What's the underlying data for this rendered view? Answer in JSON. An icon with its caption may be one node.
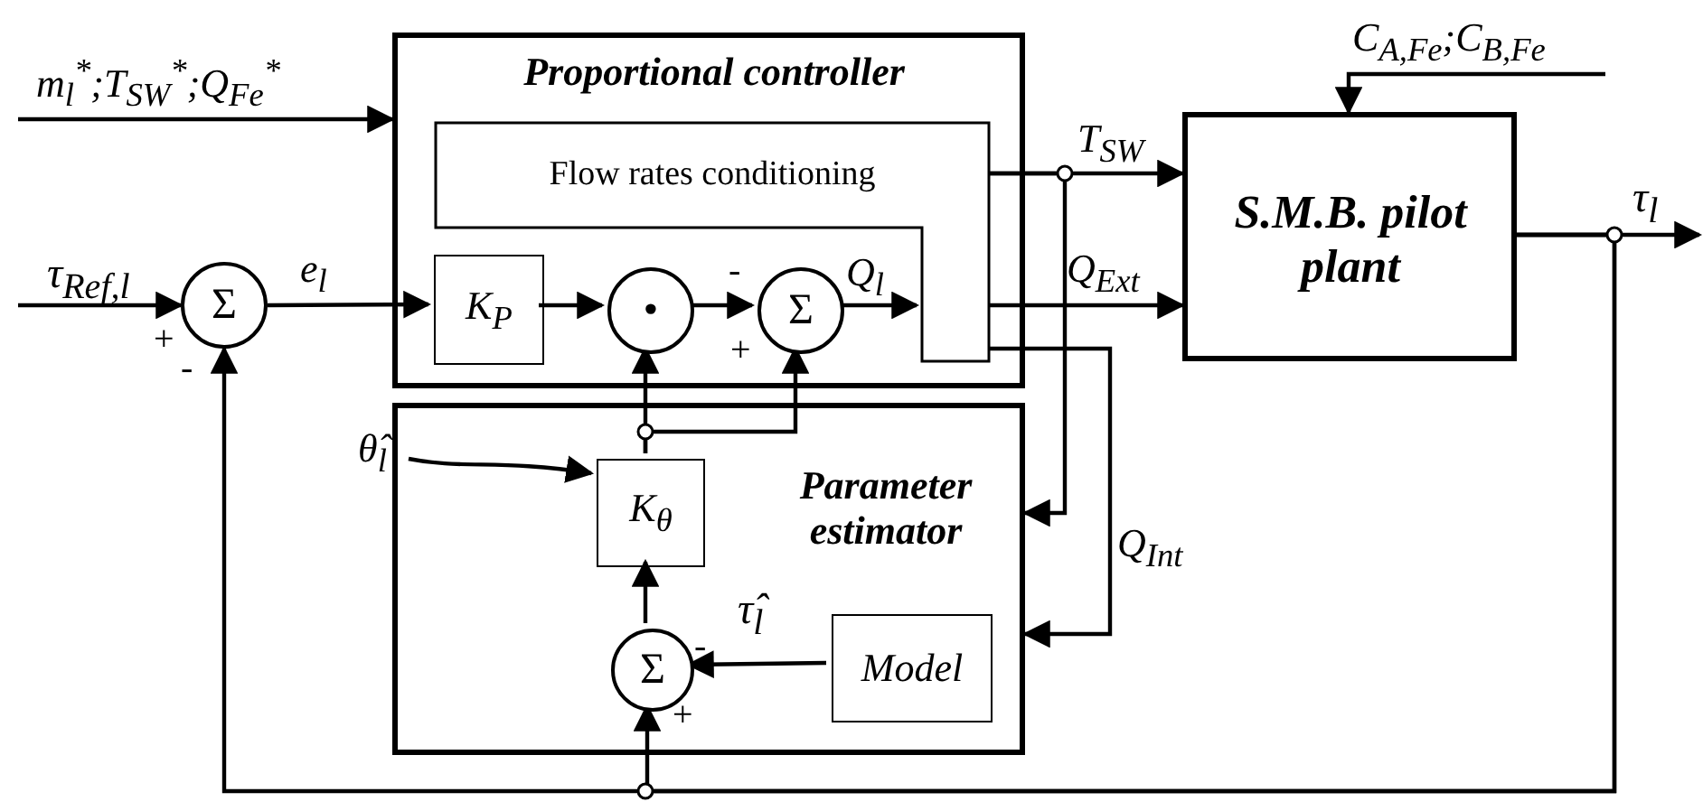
{
  "diagram": {
    "nodes": [
      {
        "text": [
          "Proportional controller"
        ]
      },
      {
        "text": [
          "Flow rates conditioning"
        ],
        "in": 0
      },
      {
        "text": [
          "K$_{P}$"
        ],
        "in": 0
      },
      {
        "text": [
          "•"
        ],
        "in": 0
      },
      {
        "text": [
          "Σ"
        ],
        "in": 0,
        "beside": [
          "-",
          "+"
        ]
      },
      {
        "text": [
          "Parameter estimator"
        ]
      },
      {
        "text": [
          "K$_{θ}$"
        ],
        "in": 5
      },
      {
        "text": [
          "Σ"
        ],
        "in": 5,
        "beside": [
          "-",
          "+"
        ]
      },
      {
        "text": [
          "Model"
        ],
        "in": 5
      },
      {
        "text": [
          "Σ"
        ],
        "beside": [
          "+",
          "-"
        ]
      },
      {
        "text": [
          "S.M.B. pilot plant"
        ]
      },
      {
        "text": [
          "θ̂$_{l}$"
        ]
      }
    ],
    "edges": [
      {
        "from": null,
        "to": 0,
        "arrow": "to",
        "label": "m$_{l}$$^{*}$;T$_{SW}$$^{*}$;Q$_{Fe}$$^{*}$"
      },
      {
        "from": null,
        "to": 9,
        "arrow": "to",
        "label": "τ$_{Ref,l}$"
      },
      {
        "from": 9,
        "to": 2,
        "arrow": "to",
        "label": "e$_{l}$"
      },
      {
        "from": 2,
        "to": 3,
        "arrow": "to"
      },
      {
        "from": 3,
        "to": 4,
        "arrow": "to"
      },
      {
        "from": 4,
        "to": 1,
        "arrow": "to",
        "label": "Q$_{l}$"
      },
      {
        "from": 1,
        "to": 10,
        "arrow": "to",
        "label": "T$_{SW}$"
      },
      {
        "from": 1,
        "to": 10,
        "arrow": "to",
        "label": "Q$_{Ext}$"
      },
      {
        "from": 1,
        "to": 5,
        "arrow": "to"
      },
      {
        "from": 1,
        "to": 5,
        "arrow": "to",
        "label": "Q$_{Int}$"
      },
      {
        "from": null,
        "to": 10,
        "arrow": "to",
        "label": "C$_{A,Fe}$;C$_{B,Fe}$"
      },
      {
        "from": 10,
        "to": null,
        "arrow": "to",
        "label": "τ$_{l}$"
      },
      {
        "from": 10,
        "to": 9,
        "arrow": "to"
      },
      {
        "from": 10,
        "to": 7,
        "arrow": "to"
      },
      {
        "from": 6,
        "to": 3,
        "arrow": "to"
      },
      {
        "from": 6,
        "to": 4,
        "arrow": "to"
      },
      {
        "from": 7,
        "to": 6,
        "arrow": "to"
      },
      {
        "from": 8,
        "to": 7,
        "arrow": "to",
        "label": "τ̂$_{l}$"
      },
      {
        "from": 11,
        "to": 6,
        "arrow": "to"
      }
    ]
  }
}
